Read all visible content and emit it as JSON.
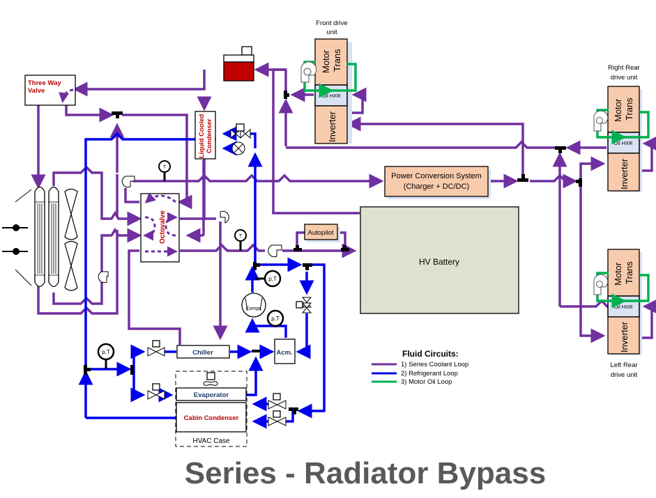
{
  "title": "Series - Radiator Bypass",
  "colors": {
    "coolant": "#7030a0",
    "refrigerant": "#0000ee",
    "oil": "#00b050",
    "drive_unit": "#f8cbad",
    "battery": "#dfe1cf",
    "reservoir": "#c00000",
    "title_text": "#595959",
    "valve_label": "#c00000"
  },
  "components": {
    "three_way_valve": "Three Way Valve",
    "three_way_valve_line1": "Three Way",
    "three_way_valve_line2": "Valve",
    "liquid_cooled_condenser_line1": "Liquid Cooled",
    "liquid_cooled_condenser_line2": "Condenser",
    "octovalve": "Octovalve",
    "power_conversion_line1": "Power Conversion System",
    "power_conversion_line2": "(Charger + DC/DC)",
    "autopilot": "Autopilot",
    "hv_battery": "HV Battery",
    "chiller": "Chiller",
    "accumulator": "Acm.",
    "compressor": "Compr.",
    "evaporator": "Evaporator",
    "cabin_condenser": "Cabin Condenser",
    "hvac_case": "HVAC Case",
    "temp_sensor": "T",
    "pt_sensor": "p,T"
  },
  "drive_units": [
    {
      "name": "front",
      "label_line1": "Front drive",
      "label_line2": "unit",
      "motor": "Motor",
      "trans": "Trans",
      "oil_hxr": "Oil HXR",
      "inverter": "Inverter"
    },
    {
      "name": "right-rear",
      "label_line1": "Right Rear",
      "label_line2": "drive unit",
      "motor": "Motor",
      "trans": "Trans",
      "oil_hxr": "Oil HXR",
      "inverter": "Inverter"
    },
    {
      "name": "left-rear",
      "label_line1": "Left Rear",
      "label_line2": "drive unit",
      "motor": "Motor",
      "trans": "Trans",
      "oil_hxr": "Oil HXR",
      "inverter": "Inverter"
    }
  ],
  "legend": {
    "title": "Fluid Circuits:",
    "items": [
      {
        "label": "1) Series Coolant Loop",
        "color": "#7030a0"
      },
      {
        "label": "2) Refrigerant Loop",
        "color": "#0000ee"
      },
      {
        "label": "3) Motor Oil Loop",
        "color": "#00b050"
      }
    ]
  }
}
